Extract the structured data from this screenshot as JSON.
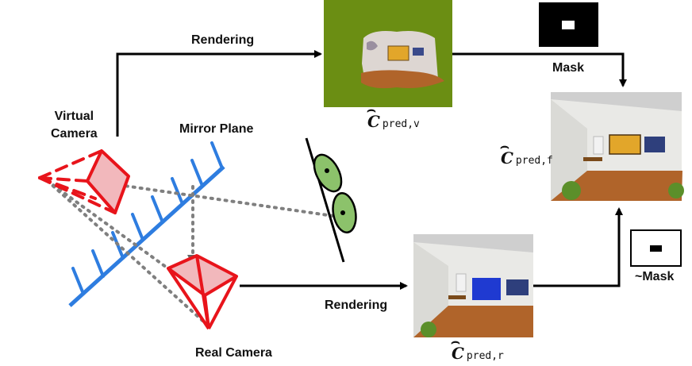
{
  "labels": {
    "virtual_camera": [
      "Virtual",
      "Camera"
    ],
    "mirror_plane": "Mirror Plane",
    "real_camera": "Real Camera",
    "rendering_top": "Rendering",
    "rendering_bottom": "Rendering",
    "mask": "Mask",
    "inv_mask": "~Mask"
  },
  "math": {
    "pred_v": {
      "symbol": "C",
      "subscript": "pred,v"
    },
    "pred_f": {
      "symbol": "C",
      "subscript": "pred,f"
    },
    "pred_r": {
      "symbol": "C",
      "subscript": "pred,r"
    }
  },
  "colors": {
    "camera_red": "#e8141b",
    "camera_fill": "#f2b8bc",
    "mirror_blue": "#2e7de0",
    "dotted_gray": "#7f7f7f",
    "eye_green": "#8cc26b",
    "virtual_bg_green": "#6b8e13",
    "floor_wood": "#b0642a",
    "wall_white": "#e9e9e6"
  }
}
